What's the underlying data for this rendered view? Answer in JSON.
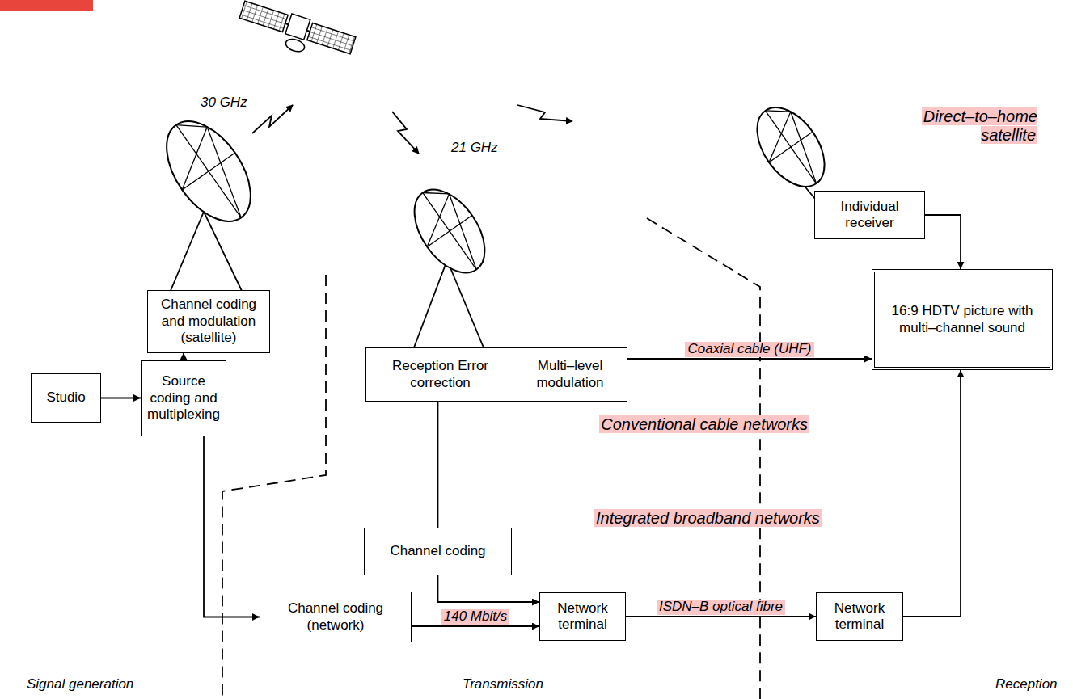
{
  "diagram": {
    "nodes": [
      {
        "text": [
          "Direct–to–home satellite"
        ]
      },
      {
        "text": [
          "Individual receiver"
        ],
        "in": 0
      },
      {
        "text": [
          "Channel coding and modulation (satellite)"
        ]
      },
      {
        "text": [
          "Conventional cable networks"
        ]
      },
      {
        "text": [
          "Reception Error correction"
        ],
        "in": 3
      },
      {
        "text": [
          "Multi–level modulation"
        ],
        "in": 3
      },
      {
        "text": [
          "16:9 HDTV picture with multi–channel sound"
        ]
      },
      {
        "text": [
          "Studio"
        ]
      },
      {
        "text": [
          "Source coding and multiplexing"
        ]
      },
      {
        "text": [
          "Integrated broadband networks"
        ]
      },
      {
        "text": [
          "Channel coding"
        ],
        "in": 9
      },
      {
        "text": [
          "Channel coding (network)"
        ],
        "in": 9
      },
      {
        "text": [
          "Network terminal"
        ],
        "in": 9
      },
      {
        "text": [
          "Network terminal"
        ],
        "in": 9
      }
    ],
    "edges": [
      {
        "from": 7,
        "to": 8,
        "arrow": "to"
      },
      {
        "from": 8,
        "to": 2,
        "arrow": "to"
      },
      {
        "from": 8,
        "to": 11,
        "arrow": "to"
      },
      {
        "from": 4,
        "to": 10,
        "arrow": "none"
      },
      {
        "from": 10,
        "to": 12,
        "arrow": "to"
      },
      {
        "from": 11,
        "to": 12,
        "label": "140 Mbit/s",
        "arrow": "to"
      },
      {
        "from": 5,
        "to": 6,
        "label": "Coaxial cable (UHF)",
        "arrow": "to"
      },
      {
        "from": 12,
        "to": 13,
        "label": "ISDN–B optical fibre",
        "arrow": "to"
      },
      {
        "from": 13,
        "to": 6,
        "arrow": "to"
      },
      {
        "from": 1,
        "to": 6,
        "arrow": "to"
      }
    ],
    "labels": [
      "30 GHz",
      "21 GHz",
      "Signal generation",
      "Transmission",
      "Reception"
    ]
  }
}
